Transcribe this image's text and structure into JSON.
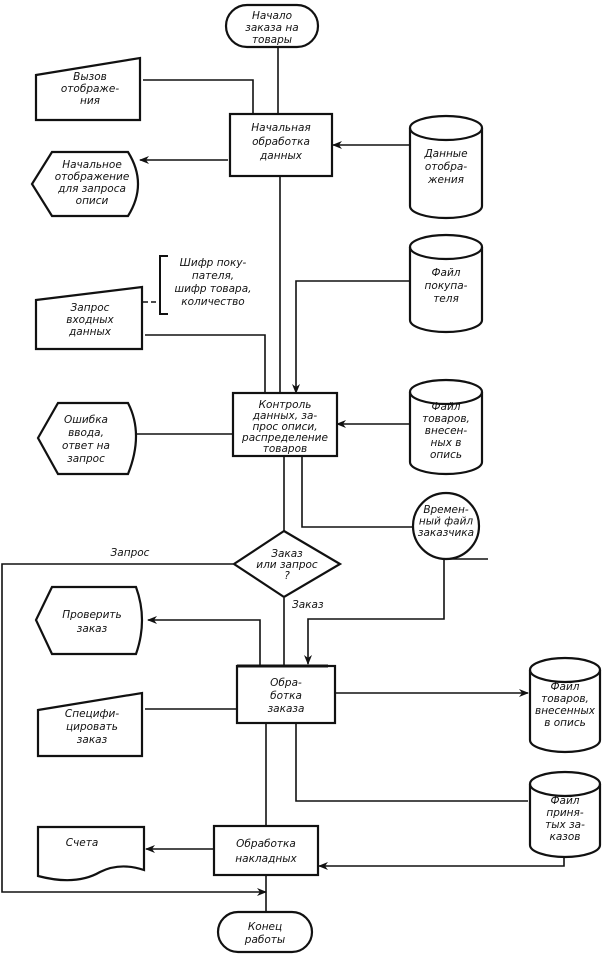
{
  "diagram": {
    "title": "Order processing flowchart",
    "nodes": {
      "start": {
        "type": "terminator",
        "lines": [
          "Начало",
          "заказа на",
          "товары"
        ]
      },
      "call_display": {
        "type": "manual-input",
        "lines": [
          "Вызов",
          "отображе-",
          "ния"
        ]
      },
      "initial_processing": {
        "type": "process",
        "lines": [
          "Начальная",
          "обработка",
          "данных"
        ]
      },
      "display_data": {
        "type": "storage",
        "lines": [
          "Данные",
          "отобра-",
          "жения"
        ]
      },
      "initial_display": {
        "type": "display",
        "lines": [
          "Начальное",
          "отображение",
          "для запроса",
          "описи"
        ]
      },
      "input_comment": {
        "type": "annotation",
        "lines": [
          "Шифр поку-",
          "пателя,",
          "шифр товара,",
          "количество"
        ]
      },
      "input_request": {
        "type": "manual-input",
        "lines": [
          "Запрос",
          "входных",
          "данных"
        ]
      },
      "customer_file": {
        "type": "storage",
        "lines": [
          "Файл",
          "покупа-",
          "теля"
        ]
      },
      "control": {
        "type": "process",
        "lines": [
          "Контроль",
          "данных, за-",
          "прос описи,",
          "распределение",
          "товаров"
        ]
      },
      "goods_file_1": {
        "type": "storage",
        "lines": [
          "Файл",
          "товаров,",
          "внесен-",
          "ных в",
          "опись"
        ]
      },
      "input_error": {
        "type": "display",
        "lines": [
          "Ошибка",
          "ввода,",
          "ответ на",
          "запрос"
        ]
      },
      "temp_file": {
        "type": "sequential-storage",
        "lines": [
          "Времен-",
          "ный файл",
          "заказчика"
        ]
      },
      "decision": {
        "type": "decision",
        "lines": [
          "Заказ",
          "или запрос",
          "?"
        ]
      },
      "check_order": {
        "type": "display",
        "lines": [
          "Проверить",
          "заказ"
        ]
      },
      "order_processing": {
        "type": "process",
        "lines": [
          "Обра-",
          "ботка",
          "заказа"
        ]
      },
      "goods_file_2": {
        "type": "storage",
        "lines": [
          "Файл",
          "товаров,",
          "внесенных",
          "в опись"
        ]
      },
      "specify_order": {
        "type": "manual-input",
        "lines": [
          "Специфи-",
          "цировать",
          "заказ"
        ]
      },
      "accepted_orders": {
        "type": "storage",
        "lines": [
          "Файл",
          "приня-",
          "тых за-",
          "казов"
        ]
      },
      "invoices": {
        "type": "document",
        "lines": [
          "Счета"
        ]
      },
      "invoice_processing": {
        "type": "process",
        "lines": [
          "Обработка",
          "накладных"
        ]
      },
      "end": {
        "type": "terminator",
        "lines": [
          "Конец",
          "работы"
        ]
      }
    },
    "edge_labels": {
      "request": "Запрос",
      "order": "Заказ"
    }
  }
}
